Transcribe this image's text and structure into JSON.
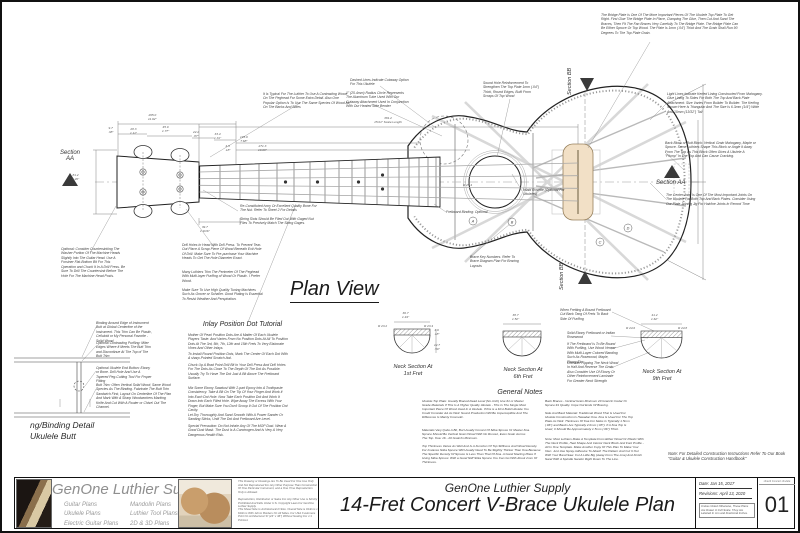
{
  "colors": {
    "bridge": "#f2e0c6",
    "line": "#222222",
    "brace": "#bbbbbb"
  },
  "sheet": {
    "plan_view_label": "Plan View",
    "section_aa": "Section AA",
    "section_aa_two_line": "Section\nAA",
    "section_bb": "Section BB",
    "detail_title": "ng/Binding Detail\nUkulele Butt"
  },
  "annotations": {
    "peghead_wood": "It Is Typical For The Luthier To Use A Contrasting Wood On The Peghead For Some Extra Detail. Also One Popular Option Is To Use The Same Species Of Wood As On The Backs And Sides",
    "cutaway_dashed": "Dashed Lines Indicate Cutaway Option For This Ukulele",
    "cutaway_tube": "1\" (25.4mm) Radius Circle Represents The Aluminum Tube Used With Our Cutaway Attachment Used In Conjunction With Our Heated Side Bender",
    "soundhole_reinforcement": "Sound Hole Reinforcement To Strengthen The Top Plate 1mm (.04\") Thick, Round Edges, Built From Scraps Of Top Wood",
    "bridge_plate": "The Bridge Plate Is One Of The More Important Pieces Of The Ukulele Top Plate To Get Right. First Glue The Bridge Plate In Place, Clamping The Glue, Then Cut And Sand The Braces, Then Fit The Fan Braces Very Carefully To The Bridge Plate. The Bridge Plate Can Be Either Spruce Or Top Wood. The Plate Is 1mm (.04\") Thick And The Grain Shall Run 90 Degrees To The Top Plate Grain.",
    "kerfed_lining": "Light Lines Indicate Kerfed Lining Constructed From Mahogany. Glue Lining To Sides For Both The Top And Back Plate Attachment. Size Varies From Builder To Builder. The Kerfing Shown Here Is Triangular And The Size Is 6.3mm (1/4\") Wide And 10mm (13/32\") Tall",
    "back_block": "Back Block or Butt Block: Vertical Grain Mahogany, Maple or Spruce. Some Luthiers Shape This Block or Angle It Away From The Top As This Block Often Gives A Ukulele A \"Plump\" In The Top And Can Cause Cracking.",
    "center_joint": "The Center Joint Is One Of The Most Important Joints On The Ukulele For Both Top And Back Plates. Consider Using Our Plate Joining Jig For Hairline Joints In Record Time",
    "countersink": "Optional: Consider Countersinking The Washer Portion Of The Machine Heads Slightly Into The Guitar Head. Use A Forstner Flat-Bottom Bit For This Operation and Chuck It In A Drill Press. Be Sure To Drill The Countersink Before The Hole For The Machine Head Posts.",
    "nut_material": "Re-Constituted Ivory Or Excellent Quality Bone For The Nut. Refer To Sheet 2 For Details",
    "string_slots": "String Slots Should Be Filed Out With Gaged Nut Files To Precisely Match The String Gages.",
    "fretboard_binding": "Fretboard Binding: Optional",
    "drill_holes": "Drill Holes In Head With Drill Press. To Prevent Tear-Out Place A Scrap Piece Of Wood Beneath Exit Hole Of Drill. Make Sure To Pre-purchase Your Machine Heads To Get The Hole Diameter Exact.",
    "peghead_purfling": "Many Luthiers Trim The Perimeter Of The Peghead With Multi-layer Purfling of Wood Or Plastic. I Prefer Wood.",
    "tuning_machines": "Make Sure To Use High Quality Tuning Machines Such As Grover or Schaller. Good Plating Is Essential To Resist Weather And Perspiration.",
    "rosette": "Inlaid Rosette (Optional For Ukuleles)",
    "brace_key": "Brace Key Numbers. Refer To Brace Diagram Plan For Bracing Layouts",
    "fret_tang": "When Fretting A Bound Fretboard Cut Back Tang Of Frets To Back Side Of Purfling",
    "fretboard_material": "Solid Ebony Fretboard or Indian Rosewood",
    "fretboard_bound": "If The Fretboard Is To Be Bound With Purfling, Use Wood Veneer With Multi-Layer Colored Banding Such As Rosewood, Maple, Ebony Etc.",
    "neck_rip": "Consider Ripping The Neck Wood In Half And Reverse The Grain. Also Consider Use Of Ebony Or Other Reinforcement Laminate For Greater Neck Strength",
    "handbook_note": "Note: For Detailed Construction Instructions Refer To Our Book \"Guitar & Ukulele Construction Handbook\"",
    "binding_edge": "Binding Around Edge of Instrument Butt at Global Centerline of the Instrument. This Trim Can Be Plastic, Celluloid or My Personal Favorite - Solid Wood.",
    "contrasting_purfling": "Optional Contrasting Purfling: Miter Edges Where It Meets The Butt Trim and Discontinue At The Top of The Butt Trim",
    "end_button": "Optional Ukulele End Button: Ebony or Bone. Drill Hole And Use A Tapered Peg-Cutting Tool For Proper Fitting",
    "butt_trim": "Butt Trim: Often Vertical Solid Wood; Same Wood Species As The Binding. Fabricate The Butt Trim Sandwich First, Layout On Centerline Of The Plan And Mark With A Sharp Woodworkers Marking Knife And Cut With A Router or Chisel Out The Channel."
  },
  "tutorial": {
    "title": "Inlay Position Dot Tutorial",
    "p1": "Mother Of Pearl Position Dots Are A Matter Of Each Ukulele Players Taste. And Varies From No Position Dots At All To Position Dots At The 3rd, 5th, 7th, 12th and 15th Frets To Very Elaborate Vines And Other Inlays.",
    "p2": "To Install Round Position Dots, Mark The Center Of Each Dot With A sharp-Pointed Scratch Awl.",
    "p3": "Chuck Up A Brad Point Drill Bit In Your Drill Press And Drill Holes For The Dots As Close To The Depth Of The Dot As Possible. Usually Try To Have The Dot Just A Bit Above The Fretboard Surface.",
    "p4": "Mix Some Ebony Sawdust With 2-part Epoxy Into A Toothpaste Consistency. Take A Bit On The Tip Of Your Finger And Work It Into Each Dot Hole. Now Take Each Position Dot And Work It Down Into Each Filled Hole. Wipe Away The Excess With Your Finger, But Make Sure You Don't Scoop It Out Of The Position Dot Cavity.",
    "p5": "Let Dry Thoroughly And Sand Smooth With A Power Sander Or Sanding Sticks, Until The Dot And Fretboard Are Level.",
    "p6": "Special Precaution: Do Not Inhale Any Of The MOP Dust. Wear A Good Dust Mask. The Dust Is A Carcinogen And Is Very A Very Dangerous Health Risk."
  },
  "neck_sections": {
    "s1": "Neck Section At\n1st Fret",
    "s2": "Neck Section At\n6th Fret",
    "s3": "Neck Section At\n9th Fret"
  },
  "general_notes": {
    "title": "General Notes",
    "c1p1": "Ukulele Top Plate: Usually Braced Dead Level (No Arch) Use #1 or Master Grade Materials If This Is A Higher Quality Ukulele - This Is The Single Most Important Piece Of Wood Used In A Ukulele. If this is a First Build Ukulele You Could Consider AA As Well. Sound Production Will Be Imperceptible And The Difference Is Mainly Cosmetic.",
    "c1p2": "Materials Vary Quite A Bit, But Usually Consist Of Sitka Spruce Or Master Koa. Spruce Should Be Vertical Grain Wood With No Runout, Even Grain Across The Top. Koa: 16 - 20 Grain/In Minimum.",
    "c1p3": "Top Thickness Varies As Well And Is A Function Of Top Stiffness And Wood Density. For Instance Sitka Spruce Will Usually Need To Be Slightly Thicker Than Koa Because The Specific Density Of Spruce Is Less Than That Of Koa. A Good Starting Place If Using Sitka Spruce: With a Good Stiff Sitka Spruce You Can Go With About 2mm Of Thickness.",
    "c2p1": "Back Braces - Vertical Grain Minimum 20 Grain/In Cedar Or Spruce #1 Quality. Cope Out Ends Of Bracing.",
    "c2p2": "Side And Back Material: Traditional Wood That Is Used For Ukulele Construction Is Hawaiian Koa. Koa Is Used For The Top Plate As Well. Thickness Of Koa For Sides Is Typically 1.5mm (.06\") and Backs Are Typically 2.0mm (.08\"). If A Koa Top Is Used, It Should Be Approximately 1.5mm (.06\") Thick.",
    "c2p3": "Note: Most Luthiers Make A Template From Either Wood Or Plastic With The Neck Profile, Heel Shape And Interior Neck Block And Foot Profile - All In One Template. Make Another Copy Of This Plan To Make Your Own. Just Use Spray Adhesive To Attach The Pattern And Cut It Out With Your Band Saw. Cut A Little Big (Away From The Line) And Finish Sand With A Spindle Sander Right Down To The Line."
  },
  "dims": {
    "d1": "295.0\n11.62\"",
    "d2": "9.7\n.38\"",
    "d3": "28.3\n1.11\"",
    "d4": "45.0\n1.77\"",
    "d5": "22.2\n.87\"",
    "d6": "33.4\n1.31\"",
    "d7": "4.5\n.18\"",
    "d8": "195.0\n7.68\"",
    "d9": "271.3\n10.68\"",
    "d10": "381.2\n15.01\" Scale Length",
    "d11": "R 25.4",
    "d12": "39.7\n1 9/16\"",
    "d13": "36.7\n1.44\"",
    "d14": "38.7\n1.52\"",
    "d15": "41.2\n1.62\"",
    "d16": "R 23.2",
    "d17": "R 23.4",
    "d18": "R 24.6",
    "d19": "R 24.8",
    "d20": "4.6\n.18\"",
    "d21": "12.7\n.50\"",
    "d22": "81.2\n3.20\""
  },
  "brace_keys": {
    "k1": "A",
    "k2": "B",
    "k3": "C",
    "k4": "D"
  },
  "footer": {
    "brand": "GenOne Luthier Supplies",
    "plans_col1": "Guitar Plans\nUkulele Plans\nElectric Guitar Plans",
    "plans_col2": "Mandolin Plans\nLuthier Tool Plans\n2D & 3D Plans",
    "legal1": "This Drawing or Drawings Are To Be Used For One Use Only And Not Reproduced For Any Other Purpose Than Construction Of One Particular Instrument, and a One Time Reproduction Only is Allowed.",
    "legal2": "Reproduction, Distribution or Sales For Any Other Use is Strictly Prohibited And Falls Under U.S. Copyright Laws For GenOne Luthier Supply.",
    "legal3": "This Sheet Size Is Architectural D Size. Overall Size is 914mm x 610mm With 12mm Borders On All Sides. For USA Customers Print On Architectural 'D' (24\" x 36\") Without Scaling For 1:1 Printout.",
    "company": "GenOne Luthier Supply",
    "plan_title": "14-Fret Concert V-Brace Ukulele Plan",
    "date": "Date: Jan 15, 2017",
    "revisions": "Revisions: April 13, 2020",
    "scale_note": "Unless Noted Otherwise, These Plans Are Drawn In Full Scale. They Are Labeled In mm and Fractional Inches.",
    "sheet_header": "Uke14 Concert Ukulele",
    "sheet_number": "01"
  }
}
